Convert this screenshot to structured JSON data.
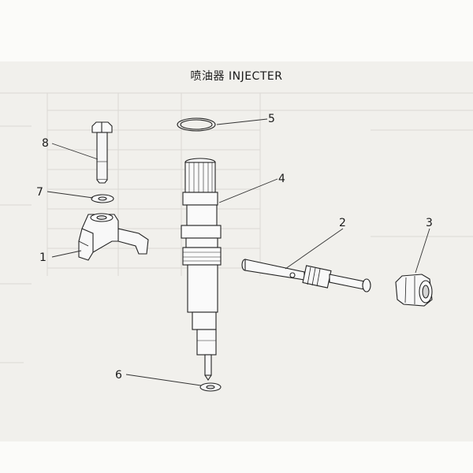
{
  "title": "喷油器 INJECTER",
  "callouts": [
    {
      "number": "1"
    },
    {
      "number": "2"
    },
    {
      "number": "3"
    },
    {
      "number": "4"
    },
    {
      "number": "5"
    },
    {
      "number": "6"
    },
    {
      "number": "7"
    },
    {
      "number": "8"
    }
  ]
}
